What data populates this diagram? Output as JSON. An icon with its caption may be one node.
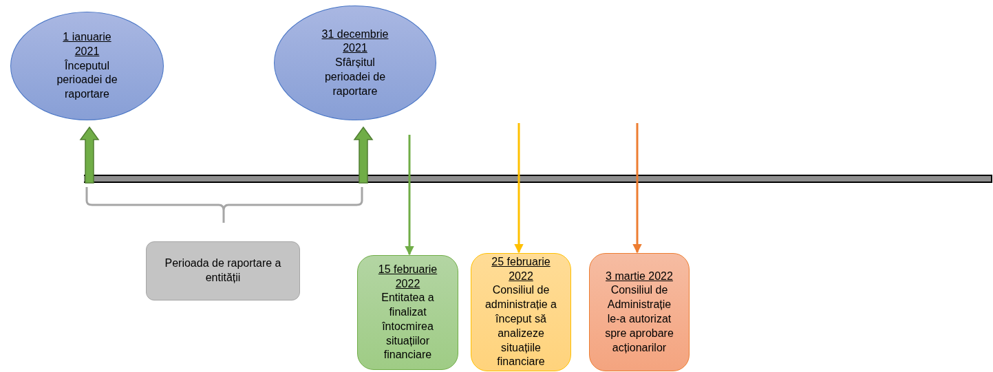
{
  "diagram": {
    "nodes": [
      {
        "text": [
          "1 ianuarie 2021",
          "Începutul perioadei de raportare"
        ]
      },
      {
        "text": [
          "31 decembrie 2021",
          "Sfârșitul perioadei de raportare"
        ]
      },
      {
        "text": [],
        "shape": "bar"
      },
      {
        "text": [
          "Perioada de raportare a entității"
        ]
      },
      {
        "text": [
          "15 februarie 2022",
          "Entitatea a finalizat întocmirea situațiilor financiare"
        ]
      },
      {
        "text": [
          "25 februarie 2022",
          "Consiliul de administrație a început să analizeze situațiile financiare"
        ]
      },
      {
        "text": [
          "3 martie 2022",
          "Consiliul de Administrație le-a autorizat spre aprobare acționarilor"
        ]
      }
    ],
    "edges": [
      {
        "from": 2,
        "to": 0,
        "arrow": "to",
        "style": "thick",
        "color": "#70ad47"
      },
      {
        "from": 2,
        "to": 1,
        "arrow": "to",
        "style": "thick",
        "color": "#70ad47"
      },
      {
        "from": null,
        "to": 4,
        "arrow": "to",
        "color": "#70ad47"
      },
      {
        "from": null,
        "to": 5,
        "arrow": "to",
        "color": "#ffc000"
      },
      {
        "from": null,
        "to": 6,
        "arrow": "to",
        "color": "#ed7d31"
      }
    ]
  }
}
